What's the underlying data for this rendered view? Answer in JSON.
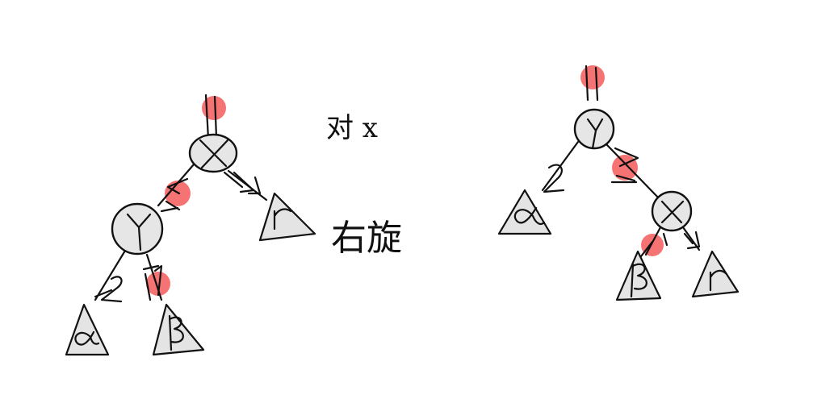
{
  "caption": {
    "line1": "对 x",
    "line2": "右旋"
  },
  "left_tree": {
    "root": "x",
    "child": "Y",
    "leaves": [
      "α",
      "β",
      "r"
    ],
    "edge_marks": {
      "above_root": "ll",
      "root_to_r": "⊏2",
      "root_to_y": "⊏2",
      "y_to_alpha": "2",
      "y_to_beta": "⊐1"
    }
  },
  "right_tree": {
    "root": "Y",
    "child": "x",
    "leaves": [
      "α",
      "β",
      "r"
    ],
    "edge_marks": {
      "above_root": "ll",
      "root_to_alpha": "2",
      "root_to_x": "⊐1",
      "x_to_beta": "1",
      "x_to_r": "1"
    }
  },
  "colors": {
    "node_fill": "#e6e6e6",
    "highlight": "#f45a5a",
    "ink": "#111111"
  }
}
